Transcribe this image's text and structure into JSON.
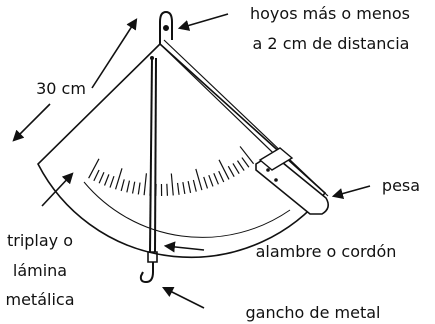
{
  "labels": {
    "holes": [
      "hoyos más o menos",
      "a 2 cm de distancia"
    ],
    "length": "30 cm",
    "weight": "pesa",
    "board": [
      "triplay o",
      "lámina",
      "metálica"
    ],
    "wire": "alambre o cordón",
    "hook": "gancho de metal"
  },
  "colors": {
    "ink": "#111111",
    "background": "#ffffff"
  }
}
